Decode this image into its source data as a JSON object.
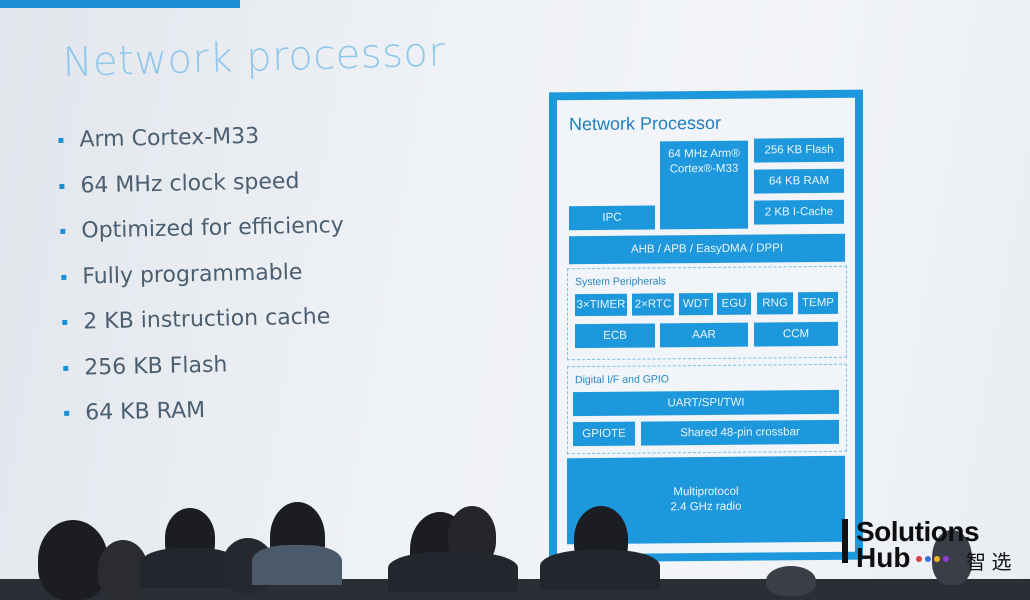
{
  "slide": {
    "title": "Network processor",
    "bullets": [
      "Arm Cortex-M33",
      "64 MHz clock speed",
      "Optimized for efficiency",
      "Fully programmable",
      "2 KB instruction cache",
      "256 KB Flash",
      "64 KB RAM"
    ]
  },
  "diagram": {
    "title": "Network Processor",
    "cpu": "64 MHz Arm®\nCortex®-M33",
    "flash": "256 KB Flash",
    "ram": "64 KB RAM",
    "icache": "2 KB I-Cache",
    "ipc": "IPC",
    "bus": "AHB / APB / EasyDMA / DPPI",
    "peripherals": {
      "label": "System Peripherals",
      "row1": [
        "3×TIMER",
        "2×RTC",
        "WDT",
        "EGU",
        "RNG",
        "TEMP"
      ],
      "row2": [
        "ECB",
        "AAR",
        "CCM"
      ]
    },
    "digital": {
      "label": "Digital I/F and GPIO",
      "uart": "UART/SPI/TWI",
      "gpiote": "GPIOTE",
      "crossbar": "Shared 48-pin crossbar"
    },
    "radio": "Multiprotocol\n2.4 GHz radio"
  },
  "watermark": {
    "line1": "Solutions",
    "line2": "Hub",
    "chinese": "智 选",
    "dot_colors": [
      "#e23c3c",
      "#3a6fe0",
      "#f0b429",
      "#8a3fd1"
    ]
  },
  "colors": {
    "accent": "#1e98dd",
    "title": "#8fc8ea",
    "text": "#4b5f72"
  }
}
